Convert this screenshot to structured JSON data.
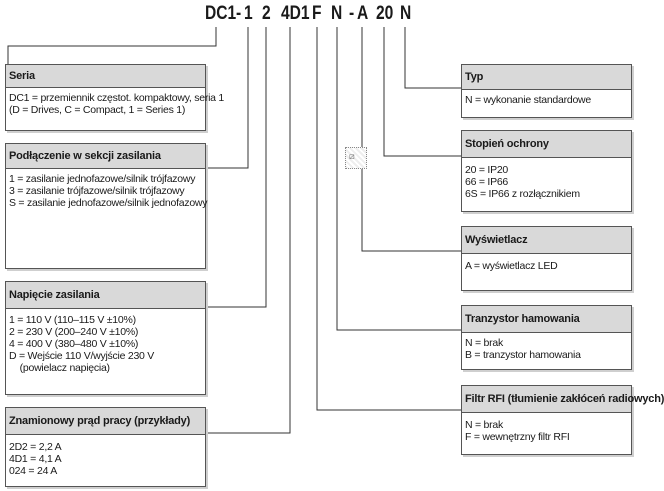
{
  "code": {
    "dc1": "DC1",
    "dash1": "-",
    "supply": "1",
    "voltage": "2",
    "current": "4D1",
    "rfi": "F",
    "brake": "N",
    "dash2": "-",
    "display": "A",
    "protection": "20",
    "type": "N"
  },
  "boxes": {
    "seria": {
      "title": "Seria",
      "lines": [
        "DC1 = przemiennik częstot. kompaktowy, seria 1",
        "(D = Drives, C = Compact, 1 = Series 1)"
      ]
    },
    "podlaczenie": {
      "title": "Podłączenie w sekcji zasilania",
      "lines": [
        "1 = zasilanie jednofazowe/silnik trójfazowy",
        "3 = zasilanie trójfazowe/silnik trójfazowy",
        "S = zasilanie jednofazowe/silnik jednofazowy"
      ]
    },
    "napiecie": {
      "title": "Napięcie zasilania",
      "lines": [
        "1 = 110 V (110–115 V ±10%)",
        "2 = 230 V (200–240 V ±10%)",
        "4 = 400 V (380–480 V ±10%)",
        "D = Wejście 110 V/wyjście 230 V",
        "    (powielacz napięcia)"
      ]
    },
    "prad": {
      "title": "Znamionowy prąd pracy (przykłady)",
      "lines": [
        "2D2 = 2,2 A",
        "4D1 = 4,1 A",
        "024 = 24 A"
      ]
    },
    "typ": {
      "title": "Typ",
      "lines": [
        "N = wykonanie standardowe"
      ]
    },
    "stopien": {
      "title": "Stopień ochrony",
      "lines": [
        "20 = IP20",
        "66 = IP66",
        "6S = IP66 z rozłącznikiem"
      ]
    },
    "wyswietlacz": {
      "title": "Wyświetlacz",
      "lines": [
        "A = wyświetlacz LED"
      ]
    },
    "tranzystor": {
      "title": "Tranzystor hamowania",
      "lines": [
        "N = brak",
        "B = tranzystor hamowania"
      ]
    },
    "filtr": {
      "title": "Filtr RFI (tłumienie zakłóceń radiowych)",
      "lines": [
        "N = brak",
        "F = wewnętrzny filtr RFI"
      ]
    }
  },
  "placeholder_icon": "image-placeholder-icon"
}
